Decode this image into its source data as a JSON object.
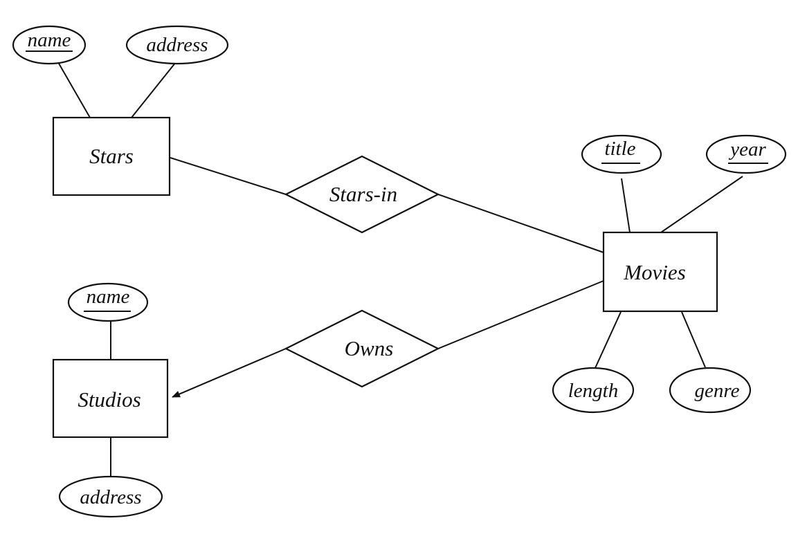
{
  "entities": {
    "stars": "Stars",
    "movies": "Movies",
    "studios": "Studios"
  },
  "relationships": {
    "stars_in": "Stars-in",
    "owns": "Owns"
  },
  "attributes": {
    "stars_name": "name",
    "stars_address": "address",
    "movies_title": "title",
    "movies_year": "year",
    "movies_length": "length",
    "movies_genre": "genre",
    "studios_name": "name",
    "studios_address": "address"
  },
  "key_attributes": [
    "stars_name",
    "movies_title",
    "movies_year",
    "studios_name"
  ],
  "relationship_arrows": [
    {
      "from": "owns",
      "to": "studios"
    }
  ]
}
